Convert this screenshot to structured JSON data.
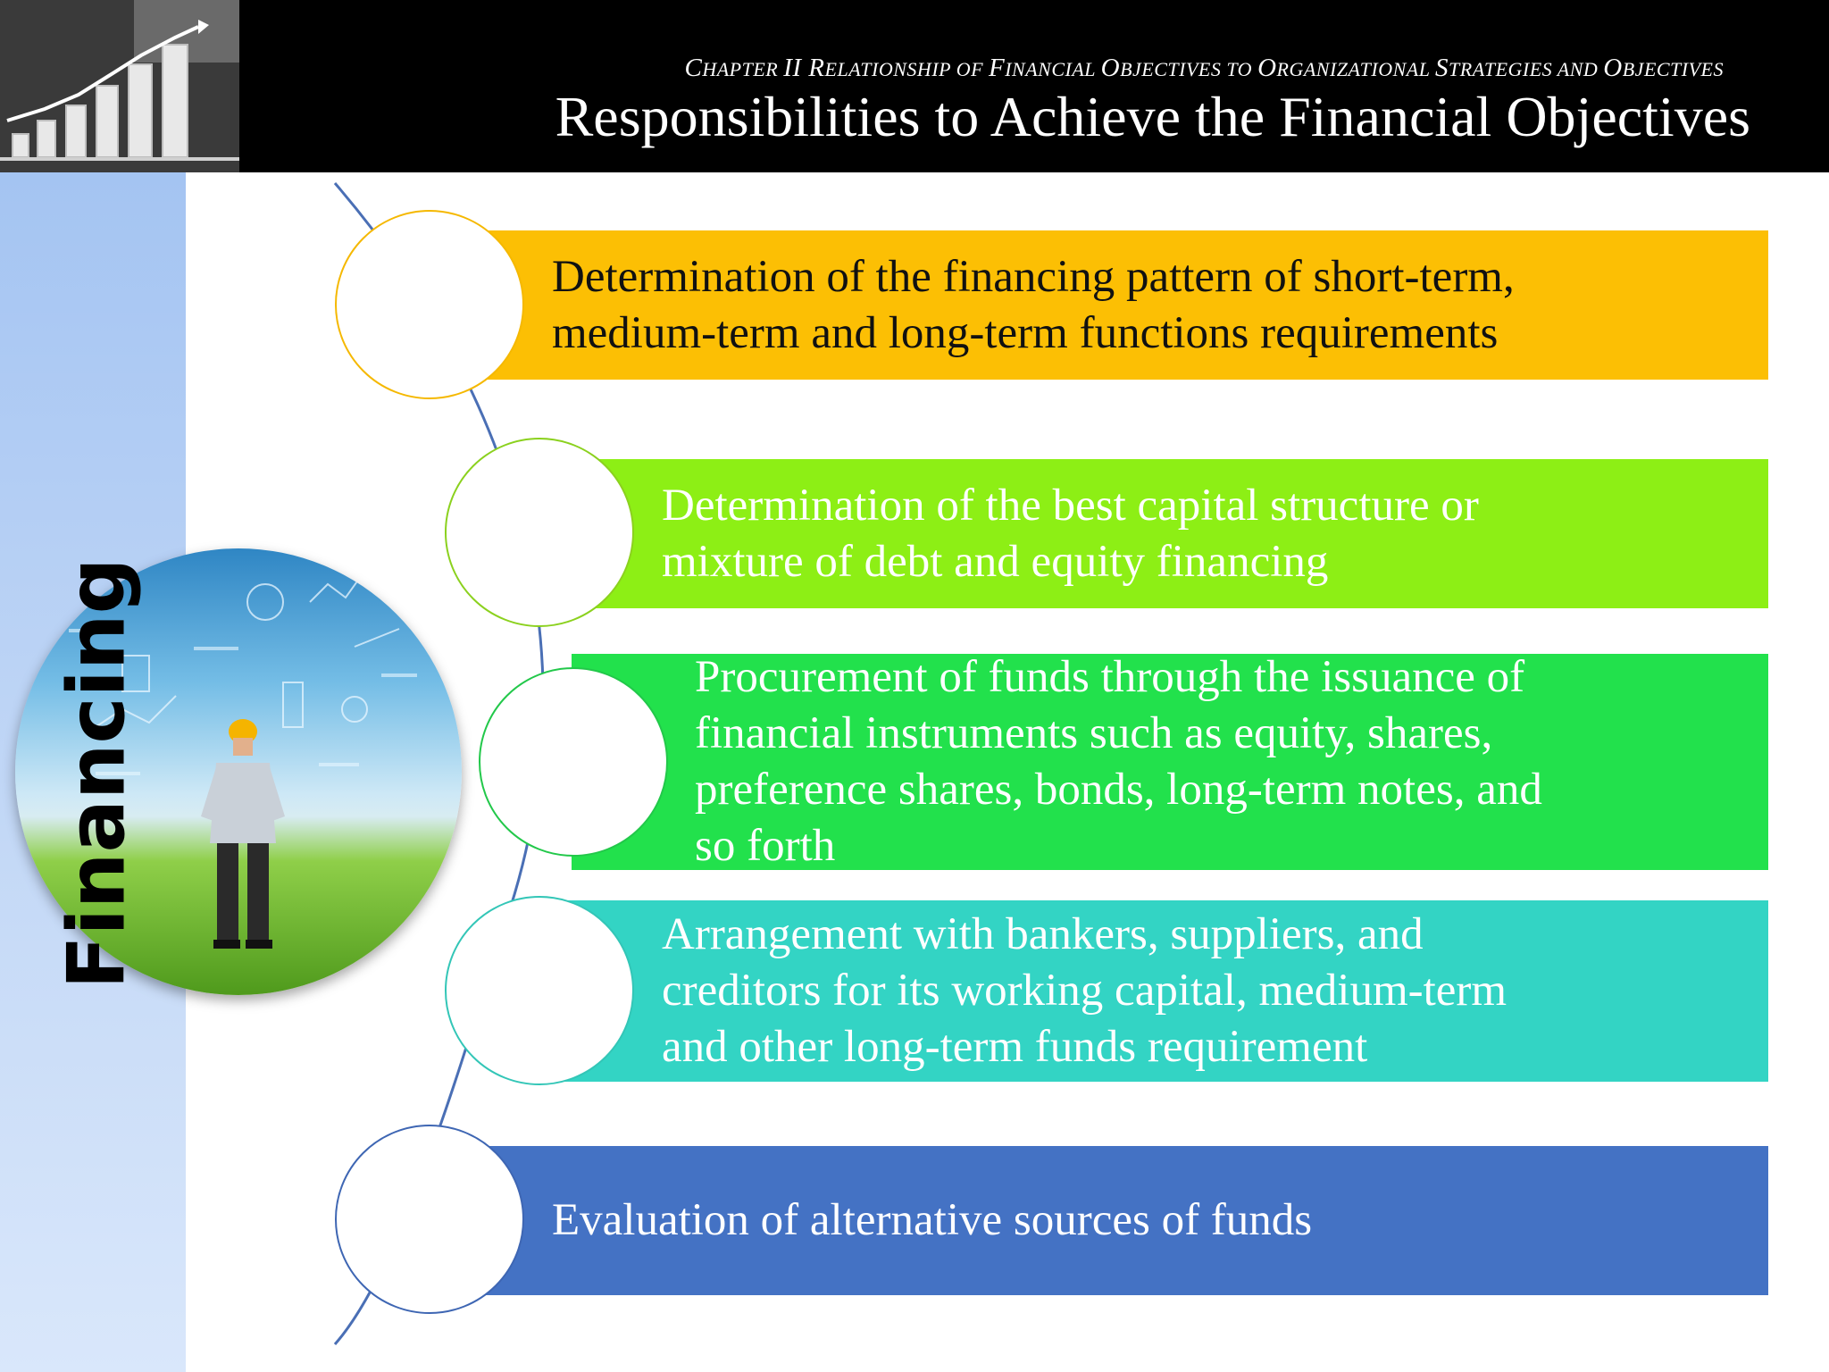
{
  "header": {
    "subtitle_parts": [
      {
        "t": "C",
        "s": "lg"
      },
      {
        "t": "HAPTER ",
        "s": "sm"
      },
      {
        "t": "II R",
        "s": "lg"
      },
      {
        "t": "ELATIONSHIP OF ",
        "s": "sm"
      },
      {
        "t": "F",
        "s": "lg"
      },
      {
        "t": "INANCIAL ",
        "s": "sm"
      },
      {
        "t": "O",
        "s": "lg"
      },
      {
        "t": "BJECTIVES TO ",
        "s": "sm"
      },
      {
        "t": "O",
        "s": "lg"
      },
      {
        "t": "RGANIZATIONAL ",
        "s": "sm"
      },
      {
        "t": "S",
        "s": "lg"
      },
      {
        "t": "TRATEGIES AND ",
        "s": "sm"
      },
      {
        "t": "O",
        "s": "lg"
      },
      {
        "t": "BJECTIVES",
        "s": "sm"
      }
    ],
    "title": "Responsibilities to Achieve the Financial Objectives"
  },
  "side_label": "Financing",
  "items": [
    {
      "lines": [
        "Determination of the financing pattern of short-term,",
        "medium-term and long-term functions requirements"
      ],
      "color": "#fcbf04"
    },
    {
      "lines": [
        "Determination of the best capital structure or",
        "mixture of debt and equity financing"
      ],
      "color": "#8def15"
    },
    {
      "lines": [
        "Procurement of funds through the issuance of",
        "financial instruments such as equity, shares,",
        "preference shares, bonds, long-term notes, and",
        "so forth"
      ],
      "color": "#22e14c"
    },
    {
      "lines": [
        "Arrangement with bankers, suppliers, and",
        "creditors for its working capital, medium-term",
        "and other long-term funds requirement"
      ],
      "color": "#33d4c4"
    },
    {
      "lines": [
        "Evaluation of alternative sources of funds"
      ],
      "color": "#4472c4"
    }
  ]
}
